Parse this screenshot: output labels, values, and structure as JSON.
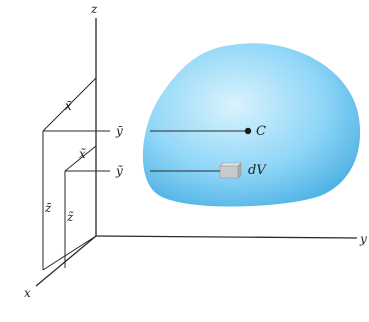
{
  "labels": {
    "z_axis": "z",
    "y_axis": "y",
    "x_axis": "x",
    "x_bar": "x̄",
    "y_bar": "ȳ",
    "z_bar": "z̄",
    "x_tilde": "x̃",
    "y_tilde": "ỹ",
    "z_tilde": "z̃",
    "centroid": "C",
    "element": "dV"
  },
  "colors": {
    "body_light": "#d9f3fd",
    "body_mid": "#8fd6f7",
    "body_dark": "#3ea9e0",
    "cube": "#c9c9c9",
    "lines": "#2a2a2a"
  }
}
